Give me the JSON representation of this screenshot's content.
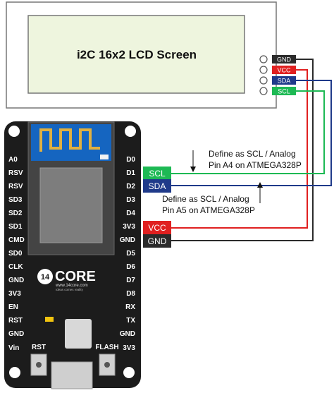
{
  "lcd": {
    "title": "i2C 16x2 LCD Screen",
    "pins": [
      "GND",
      "VCC",
      "SDA",
      "SCL"
    ]
  },
  "board": {
    "logo_number": "14",
    "logo_text": "CORE",
    "logo_url": "www.14core.com",
    "logo_tagline": "Ideas comes reality",
    "left_pins": [
      "A0",
      "RSV",
      "RSV",
      "SD3",
      "SD2",
      "SD1",
      "CMD",
      "SD0",
      "CLK",
      "GND",
      "3V3",
      "EN",
      "RST",
      "GND",
      "Vin"
    ],
    "right_pins": [
      "D0",
      "D1",
      "D2",
      "D3",
      "D4",
      "3V3",
      "GND",
      "D5",
      "D6",
      "D7",
      "D8",
      "RX",
      "TX",
      "GND",
      "3V3"
    ],
    "rst_label": "RST",
    "flash_label": "FLASH"
  },
  "connections": [
    {
      "label": "SCL",
      "color": "#1db954"
    },
    {
      "label": "SDA",
      "color": "#1f3a8a"
    },
    {
      "label": "VCC",
      "color": "#e02020"
    },
    {
      "label": "GND",
      "color": "#2b2b2b"
    }
  ],
  "notes": {
    "scl_line1": "Define as SCL / Analog",
    "scl_line2": "Pin A4 on ATMEGA328P",
    "sda_line1": "Define as SCL / Analog",
    "sda_line2": "Pin A5 on ATMEGA328P"
  }
}
